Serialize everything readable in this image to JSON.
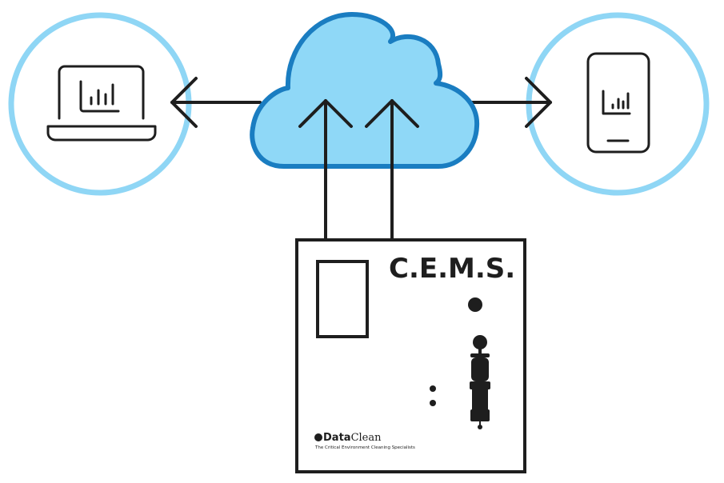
{
  "colors": {
    "circle_ring": "#8fd6f5",
    "cloud_fill": "#8fd8f7",
    "cloud_stroke": "#1a7dc1",
    "line": "#1e1e1e"
  },
  "nodes": {
    "laptop": {
      "icon": "laptop-chart-icon"
    },
    "cloud": {
      "icon": "cloud-icon"
    },
    "phone": {
      "icon": "phone-chart-icon"
    }
  },
  "device": {
    "title": "C.E.M.S.",
    "logo": {
      "brand_part1": "Data",
      "brand_part2": "Clean",
      "tagline": "The Critical Environment Cleaning Specialists"
    }
  }
}
